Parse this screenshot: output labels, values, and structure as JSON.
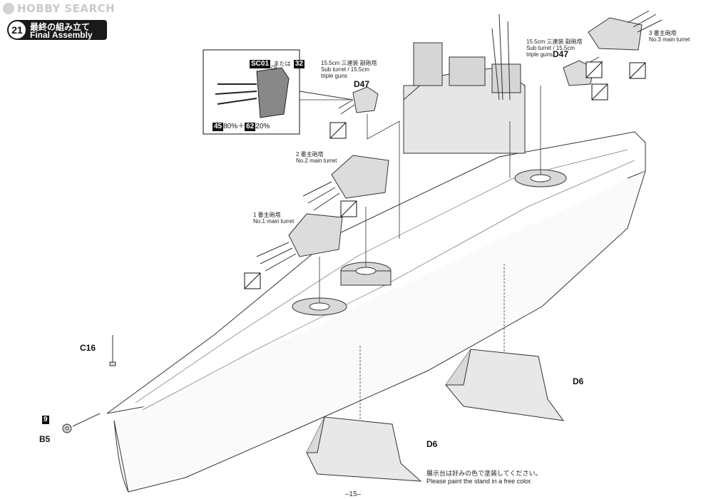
{
  "watermark": {
    "text": "HOBBY SEARCH"
  },
  "step": {
    "number": "21",
    "title_jp": "最終の組み立て",
    "title_en": "Final Assembly"
  },
  "inset": {
    "part_a": "SC01",
    "or_jp": "または",
    "or_en": "Or",
    "part_b": "32",
    "paint_a": "45",
    "paint_a_pct": "80%",
    "plus": "＋",
    "paint_b": "62",
    "paint_b_pct": "20%"
  },
  "labels": {
    "sub_turret_left": {
      "jp": "15.5cm 三連装 副砲塔",
      "en1": "Sub turret / 15.5cm",
      "en2": "triple guns",
      "part": "D47"
    },
    "sub_turret_right": {
      "jp": "15.5cm 三連装 副砲塔",
      "en1": "Sub turret / 15.5cm",
      "en2": "triple guns",
      "part": "D47"
    },
    "turret3": {
      "jp": "3 番主砲塔",
      "en": "No.3 main turret"
    },
    "turret2": {
      "jp": "2 番主砲塔",
      "en": "No.2 main turret"
    },
    "turret1": {
      "jp": "1 番主砲塔",
      "en": "No.1 main turret"
    }
  },
  "parts": {
    "c16": "C16",
    "nine": "9",
    "b5": "B5",
    "d6_right": "D6",
    "d6_left": "D6"
  },
  "note": {
    "jp": "展示台は好みの色で塗装してください。",
    "en": "Please paint the stand in a free color."
  },
  "page_number": "–15–"
}
